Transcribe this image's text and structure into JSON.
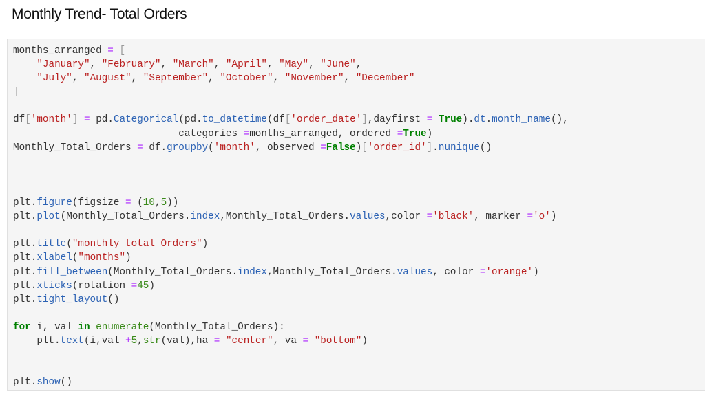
{
  "heading": "Monthly Trend- Total Orders",
  "code_lines": [
    [
      [
        "n",
        "months_arranged "
      ],
      [
        "o",
        "="
      ],
      [
        "n",
        " "
      ],
      [
        "b",
        "["
      ]
    ],
    [
      [
        "n",
        "    "
      ],
      [
        "s",
        "\"January\""
      ],
      [
        "n",
        ", "
      ],
      [
        "s",
        "\"February\""
      ],
      [
        "n",
        ", "
      ],
      [
        "s",
        "\"March\""
      ],
      [
        "n",
        ", "
      ],
      [
        "s",
        "\"April\""
      ],
      [
        "n",
        ", "
      ],
      [
        "s",
        "\"May\""
      ],
      [
        "n",
        ", "
      ],
      [
        "s",
        "\"June\""
      ],
      [
        "n",
        ","
      ]
    ],
    [
      [
        "n",
        "    "
      ],
      [
        "s",
        "\"July\""
      ],
      [
        "n",
        ", "
      ],
      [
        "s",
        "\"August\""
      ],
      [
        "n",
        ", "
      ],
      [
        "s",
        "\"September\""
      ],
      [
        "n",
        ", "
      ],
      [
        "s",
        "\"October\""
      ],
      [
        "n",
        ", "
      ],
      [
        "s",
        "\"November\""
      ],
      [
        "n",
        ", "
      ],
      [
        "s",
        "\"December\""
      ]
    ],
    [
      [
        "b",
        "]"
      ]
    ],
    [],
    [
      [
        "n",
        "df"
      ],
      [
        "b",
        "["
      ],
      [
        "s",
        "'month'"
      ],
      [
        "b",
        "]"
      ],
      [
        "n",
        " "
      ],
      [
        "o",
        "="
      ],
      [
        "n",
        " pd."
      ],
      [
        "a",
        "Categorical"
      ],
      [
        "n",
        "(pd."
      ],
      [
        "a",
        "to_datetime"
      ],
      [
        "n",
        "(df"
      ],
      [
        "b",
        "["
      ],
      [
        "s",
        "'order_date'"
      ],
      [
        "b",
        "]"
      ],
      [
        "n",
        ",dayfirst "
      ],
      [
        "o",
        "="
      ],
      [
        "n",
        " "
      ],
      [
        "k",
        "True"
      ],
      [
        "n",
        ")."
      ],
      [
        "a",
        "dt"
      ],
      [
        "n",
        "."
      ],
      [
        "a",
        "month_name"
      ],
      [
        "n",
        "(),"
      ]
    ],
    [
      [
        "n",
        "                            categories "
      ],
      [
        "o",
        "="
      ],
      [
        "n",
        "months_arranged, ordered "
      ],
      [
        "o",
        "="
      ],
      [
        "k",
        "True"
      ],
      [
        "n",
        ")"
      ]
    ],
    [
      [
        "n",
        "Monthly_Total_Orders "
      ],
      [
        "o",
        "="
      ],
      [
        "n",
        " df."
      ],
      [
        "a",
        "groupby"
      ],
      [
        "n",
        "("
      ],
      [
        "s",
        "'month'"
      ],
      [
        "n",
        ", observed "
      ],
      [
        "o",
        "="
      ],
      [
        "k",
        "False"
      ],
      [
        "n",
        ")"
      ],
      [
        "b",
        "["
      ],
      [
        "s",
        "'order_id'"
      ],
      [
        "b",
        "]"
      ],
      [
        "n",
        "."
      ],
      [
        "a",
        "nunique"
      ],
      [
        "n",
        "()"
      ]
    ],
    [],
    [],
    [],
    [
      [
        "n",
        "plt."
      ],
      [
        "a",
        "figure"
      ],
      [
        "n",
        "(figsize "
      ],
      [
        "o",
        "="
      ],
      [
        "n",
        " ("
      ],
      [
        "m",
        "10"
      ],
      [
        "n",
        ","
      ],
      [
        "m",
        "5"
      ],
      [
        "n",
        "))"
      ]
    ],
    [
      [
        "n",
        "plt."
      ],
      [
        "a",
        "plot"
      ],
      [
        "n",
        "(Monthly_Total_Orders."
      ],
      [
        "a",
        "index"
      ],
      [
        "n",
        ",Monthly_Total_Orders."
      ],
      [
        "a",
        "values"
      ],
      [
        "n",
        ",color "
      ],
      [
        "o",
        "="
      ],
      [
        "s",
        "'black'"
      ],
      [
        "n",
        ", marker "
      ],
      [
        "o",
        "="
      ],
      [
        "s",
        "'o'"
      ],
      [
        "n",
        ")"
      ]
    ],
    [],
    [
      [
        "n",
        "plt."
      ],
      [
        "a",
        "title"
      ],
      [
        "n",
        "("
      ],
      [
        "s",
        "\"monthly total Orders\""
      ],
      [
        "n",
        ")"
      ]
    ],
    [
      [
        "n",
        "plt."
      ],
      [
        "a",
        "xlabel"
      ],
      [
        "n",
        "("
      ],
      [
        "s",
        "\"months\""
      ],
      [
        "n",
        ")"
      ]
    ],
    [
      [
        "n",
        "plt."
      ],
      [
        "a",
        "fill_between"
      ],
      [
        "n",
        "(Monthly_Total_Orders."
      ],
      [
        "a",
        "index"
      ],
      [
        "n",
        ",Monthly_Total_Orders."
      ],
      [
        "a",
        "values"
      ],
      [
        "n",
        ", color "
      ],
      [
        "o",
        "="
      ],
      [
        "s",
        "'orange'"
      ],
      [
        "n",
        ")"
      ]
    ],
    [
      [
        "n",
        "plt."
      ],
      [
        "a",
        "xticks"
      ],
      [
        "n",
        "(rotation "
      ],
      [
        "o",
        "="
      ],
      [
        "m",
        "45"
      ],
      [
        "n",
        ")"
      ]
    ],
    [
      [
        "n",
        "plt."
      ],
      [
        "a",
        "tight_layout"
      ],
      [
        "n",
        "()"
      ]
    ],
    [],
    [
      [
        "k",
        "for"
      ],
      [
        "n",
        " i, val "
      ],
      [
        "k",
        "in"
      ],
      [
        "n",
        " "
      ],
      [
        "m",
        "enumerate"
      ],
      [
        "n",
        "(Monthly_Total_Orders):"
      ]
    ],
    [
      [
        "n",
        "    plt."
      ],
      [
        "a",
        "text"
      ],
      [
        "n",
        "(i,val "
      ],
      [
        "o",
        "+"
      ],
      [
        "m",
        "5"
      ],
      [
        "n",
        ","
      ],
      [
        "m",
        "str"
      ],
      [
        "n",
        "(val),ha "
      ],
      [
        "o",
        "="
      ],
      [
        "n",
        " "
      ],
      [
        "s",
        "\"center\""
      ],
      [
        "n",
        ", va "
      ],
      [
        "o",
        "="
      ],
      [
        "n",
        " "
      ],
      [
        "s",
        "\"bottom\""
      ],
      [
        "n",
        ")"
      ]
    ],
    [],
    [],
    [
      [
        "n",
        "plt."
      ],
      [
        "a",
        "show"
      ],
      [
        "n",
        "()"
      ]
    ]
  ]
}
